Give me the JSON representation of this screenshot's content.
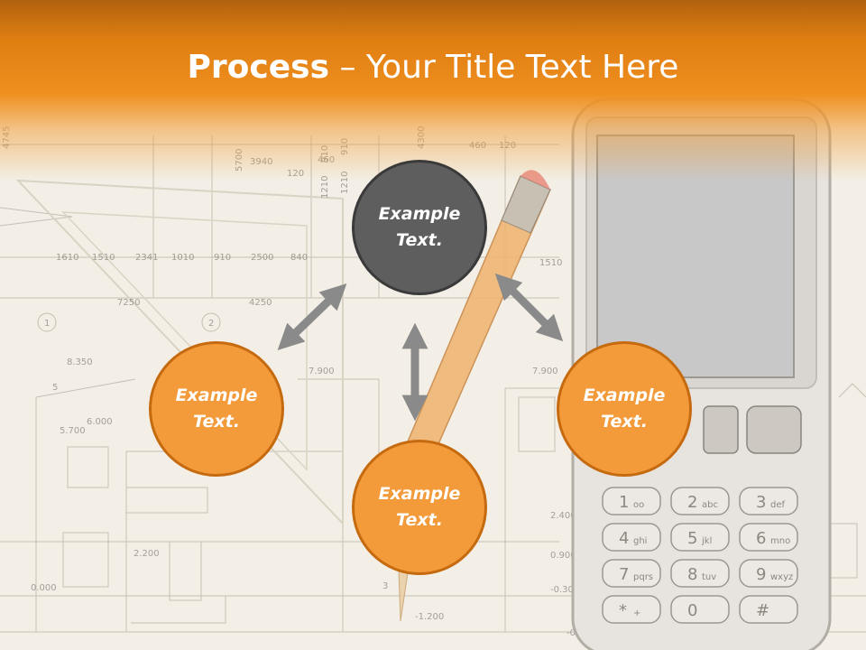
{
  "slide": {
    "title_strong": "Process",
    "title_rest": " – Your Title Text Here"
  },
  "nodes": [
    {
      "text": "Example\nText.",
      "color": "#5e5e5e"
    },
    {
      "text": "Example\nText.",
      "color": "#f39a3a"
    },
    {
      "text": "Example\nText.",
      "color": "#f39a3a"
    },
    {
      "text": "Example\nText.",
      "color": "#f39a3a"
    }
  ],
  "colors": {
    "header": "#ef8f1f",
    "arrow": "#8a8a8a",
    "node_border": "#c66a10"
  },
  "background_labels": [
    "4745",
    "4300",
    "460",
    "120",
    "460",
    "120",
    "3940",
    "5700",
    "1210",
    "910",
    "1210",
    "910",
    "1510",
    "1610",
    "1510",
    "2341",
    "1010",
    "910",
    "2500",
    "840",
    "4250",
    "7250",
    "8.350",
    "5.700",
    "6.000",
    "7.900",
    "7.900",
    "2.200",
    "0.000",
    "-1.200",
    "2.400",
    "0.900",
    "-0.30",
    "-0.900",
    "1",
    "2",
    "3",
    "5"
  ],
  "phone_keys": [
    {
      "digit": "1",
      "sub": "oo"
    },
    {
      "digit": "2",
      "sub": "abc"
    },
    {
      "digit": "3",
      "sub": "def"
    },
    {
      "digit": "4",
      "sub": "ghi"
    },
    {
      "digit": "5",
      "sub": "jkl"
    },
    {
      "digit": "6",
      "sub": "mno"
    },
    {
      "digit": "7",
      "sub": "pqrs"
    },
    {
      "digit": "8",
      "sub": "tuv"
    },
    {
      "digit": "9",
      "sub": "wxyz"
    },
    {
      "digit": "*",
      "sub": "+"
    },
    {
      "digit": "0",
      "sub": ""
    },
    {
      "digit": "#",
      "sub": ""
    }
  ]
}
